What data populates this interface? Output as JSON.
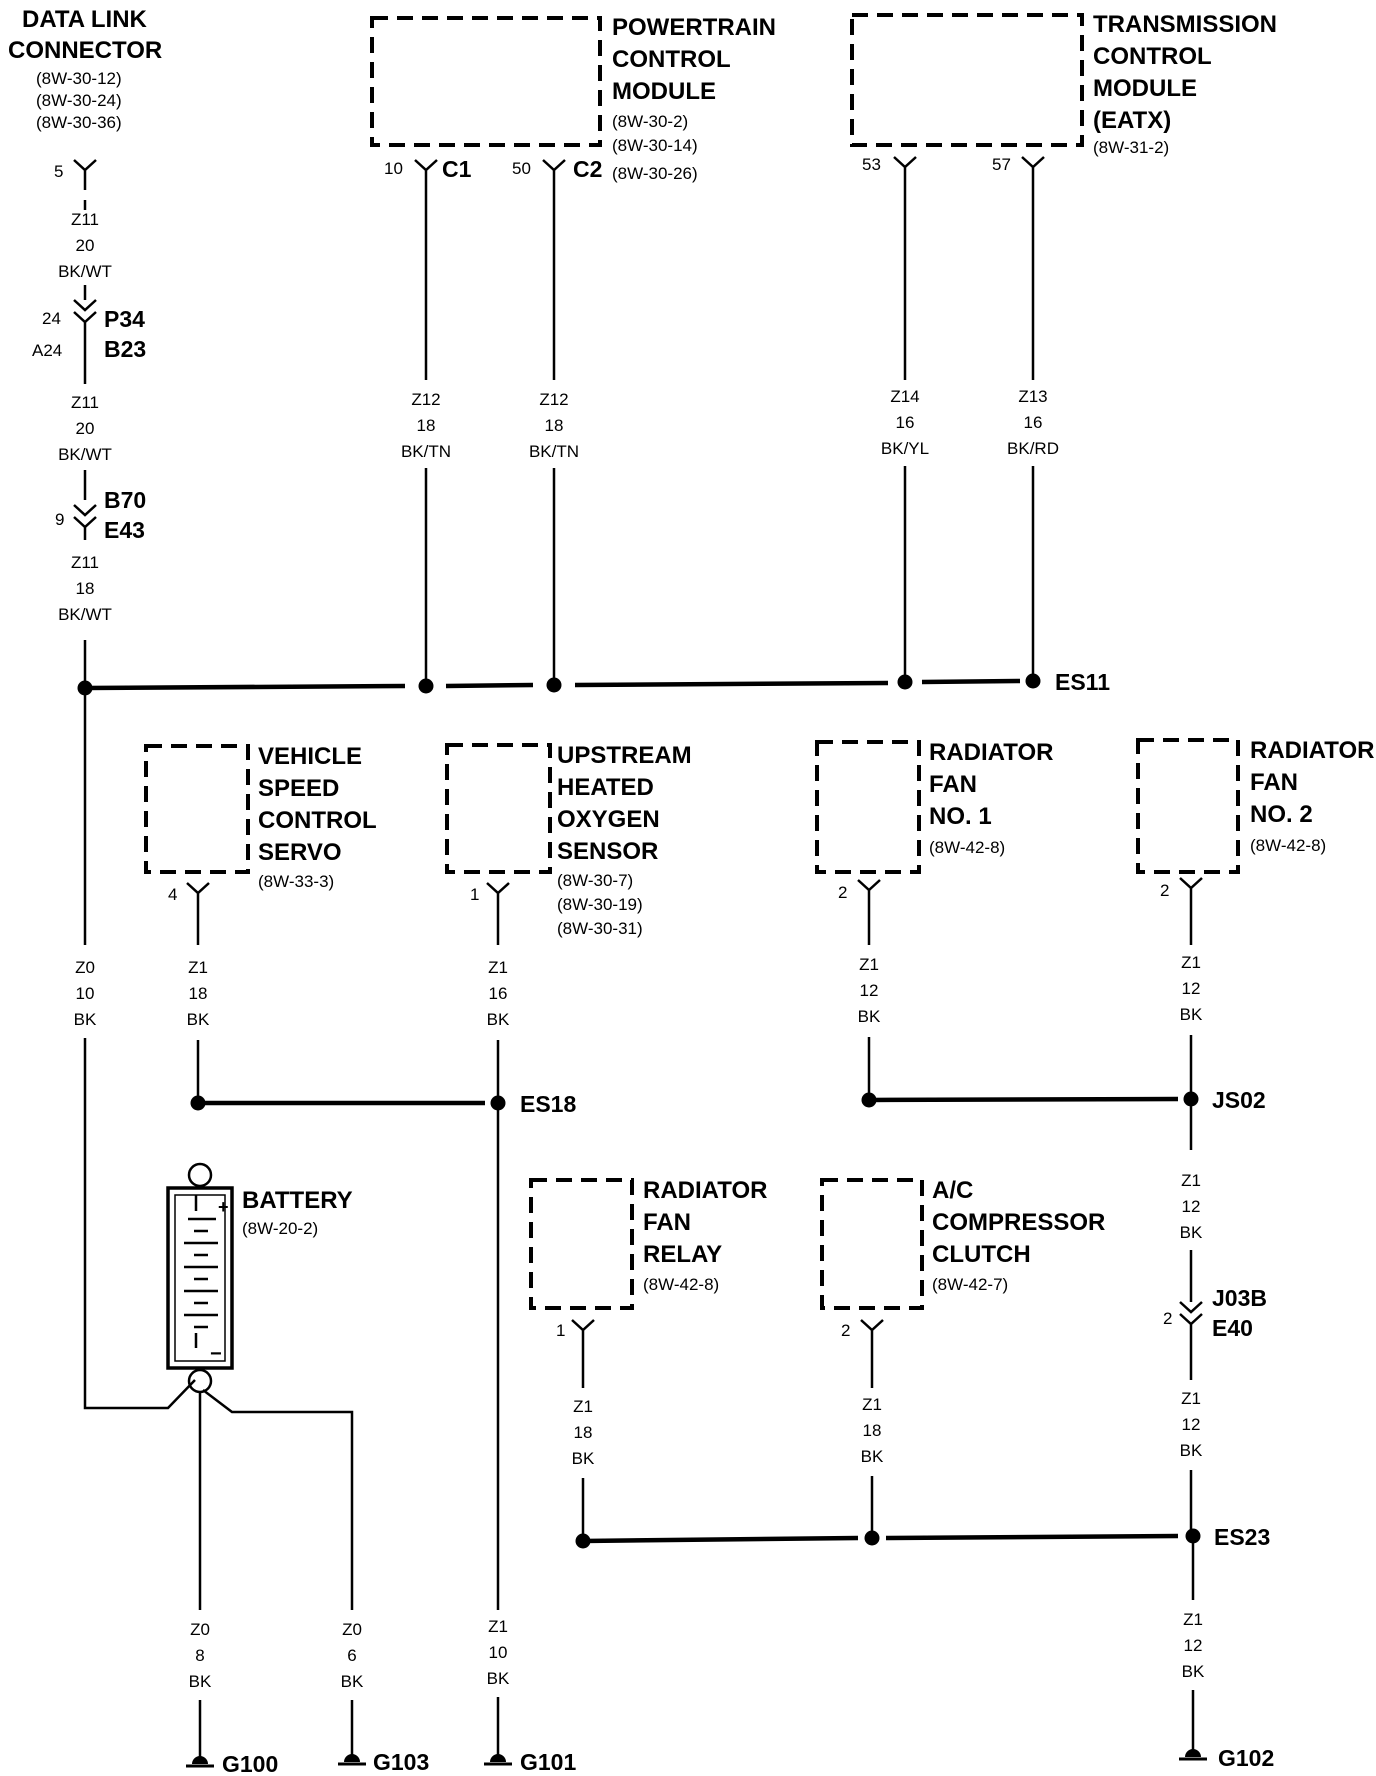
{
  "components": {
    "dlc": {
      "title": [
        "DATA LINK",
        "CONNECTOR"
      ],
      "refs": [
        "(8W-30-12)",
        "(8W-30-24)",
        "(8W-30-36)"
      ],
      "pin": "5"
    },
    "pcm": {
      "title": [
        "POWERTRAIN",
        "CONTROL",
        "MODULE"
      ],
      "refs": [
        "(8W-30-2)",
        "(8W-30-14)",
        "(8W-30-26)"
      ],
      "pin_c1": "10",
      "conn_c1": "C1",
      "pin_c2": "50",
      "conn_c2": "C2"
    },
    "tcm": {
      "title": [
        "TRANSMISSION",
        "CONTROL",
        "MODULE",
        "(EATX)"
      ],
      "refs": [
        "(8W-31-2)"
      ],
      "pin_a": "53",
      "pin_b": "57"
    },
    "vscs": {
      "title": [
        "VEHICLE",
        "SPEED",
        "CONTROL",
        "SERVO"
      ],
      "refs": [
        "(8W-33-3)"
      ],
      "pin": "4"
    },
    "o2": {
      "title": [
        "UPSTREAM",
        "HEATED",
        "OXYGEN",
        "SENSOR"
      ],
      "refs": [
        "(8W-30-7)",
        "(8W-30-19)",
        "(8W-30-31)"
      ],
      "pin": "1"
    },
    "fan1": {
      "title": [
        "RADIATOR",
        "FAN",
        "NO. 1"
      ],
      "refs": [
        "(8W-42-8)"
      ],
      "pin": "2"
    },
    "fan2": {
      "title": [
        "RADIATOR",
        "FAN",
        "NO. 2"
      ],
      "refs": [
        "(8W-42-8)"
      ],
      "pin": "2"
    },
    "battery": {
      "title": [
        "BATTERY"
      ],
      "refs": [
        "(8W-20-2)"
      ],
      "plus": "+",
      "minus": "−"
    },
    "relay": {
      "title": [
        "RADIATOR",
        "FAN",
        "RELAY"
      ],
      "refs": [
        "(8W-42-8)"
      ],
      "pin": "1"
    },
    "ac": {
      "title": [
        "A/C",
        "COMPRESSOR",
        "CLUTCH"
      ],
      "refs": [
        "(8W-42-7)"
      ],
      "pin": "2"
    }
  },
  "connectors": {
    "p34": {
      "pin_a": "24",
      "pin_b": "A24",
      "names": [
        "P34",
        "B23"
      ]
    },
    "b70": {
      "pin": "9",
      "names": [
        "B70",
        "E43"
      ]
    },
    "j03b": {
      "pin": "2",
      "names": [
        "J03B",
        "E40"
      ]
    }
  },
  "wires": {
    "dlc_1": [
      "Z11",
      "20",
      "BK/WT"
    ],
    "dlc_2": [
      "Z11",
      "20",
      "BK/WT"
    ],
    "dlc_3": [
      "Z11",
      "18",
      "BK/WT"
    ],
    "pcm_c1": [
      "Z12",
      "18",
      "BK/TN"
    ],
    "pcm_c2": [
      "Z12",
      "18",
      "BK/TN"
    ],
    "tcm_53": [
      "Z14",
      "16",
      "BK/YL"
    ],
    "tcm_57": [
      "Z13",
      "16",
      "BK/RD"
    ],
    "main_down": [
      "Z0",
      "10",
      "BK"
    ],
    "vscs": [
      "Z1",
      "18",
      "BK"
    ],
    "o2": [
      "Z1",
      "16",
      "BK"
    ],
    "fan1": [
      "Z1",
      "12",
      "BK"
    ],
    "fan2": [
      "Z1",
      "12",
      "BK"
    ],
    "js02_down": [
      "Z1",
      "12",
      "BK"
    ],
    "j03b_down": [
      "Z1",
      "12",
      "BK"
    ],
    "relay": [
      "Z1",
      "18",
      "BK"
    ],
    "ac": [
      "Z1",
      "18",
      "BK"
    ],
    "g100": [
      "Z0",
      "8",
      "BK"
    ],
    "g103": [
      "Z0",
      "6",
      "BK"
    ],
    "g101": [
      "Z1",
      "10",
      "BK"
    ],
    "g102": [
      "Z1",
      "12",
      "BK"
    ]
  },
  "splices": {
    "es11": "ES11",
    "es18": "ES18",
    "js02": "JS02",
    "es23": "ES23"
  },
  "grounds": {
    "g100": "G100",
    "g103": "G103",
    "g101": "G101",
    "g102": "G102"
  }
}
